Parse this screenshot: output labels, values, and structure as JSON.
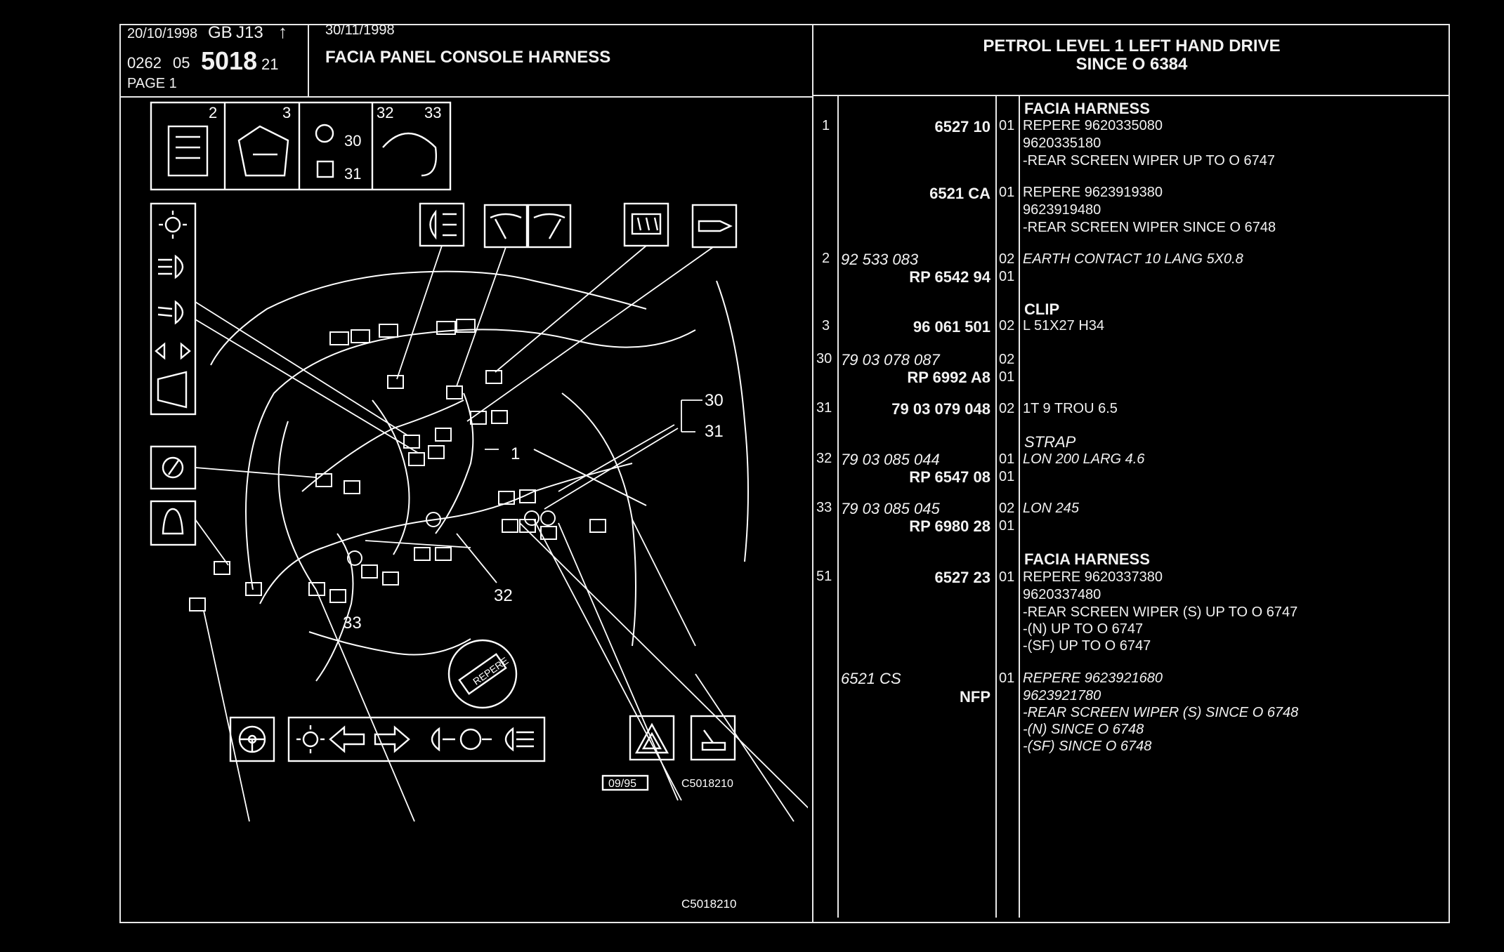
{
  "header": {
    "date1": "20/10/1998",
    "country": "GB",
    "ref_code": "J13",
    "arrow": "↑",
    "date2": "30/11/1998",
    "doc_prefix": "0262",
    "doc_sub": "05",
    "doc_number": "5018",
    "doc_suffix": "21",
    "page_label": "PAGE  1",
    "title": "FACIA PANEL CONSOLE HARNESS",
    "variant_line1": "PETROL LEVEL 1 LEFT HAND DRIVE",
    "variant_line2": "SINCE  O   6384"
  },
  "diagram": {
    "box_labels": [
      "2",
      "3",
      "30",
      "31",
      "32",
      "33"
    ],
    "callouts": [
      "30",
      "31",
      "1",
      "32",
      "33"
    ],
    "repere_badge": "REPERE",
    "date_code": "09/95",
    "ref_small": "C5018210",
    "ref_bottom": "C5018210",
    "icons": [
      "light-icon",
      "main-beam-icon",
      "dipped-beam-icon",
      "indicator-icon",
      "horn-icon",
      "rear-fog-icon",
      "wiper-icon",
      "rear-wiper-icon",
      "heated-rear-screen-icon",
      "screwdriver-icon",
      "ashtray-icon",
      "warning-bell-icon",
      "steering-wheel-icon",
      "hazard-icon",
      "lighter-icon"
    ]
  },
  "parts": {
    "rows": [
      {
        "ref": "1",
        "part": "",
        "part2": "6527 10",
        "qty": "01",
        "heading": "FACIA HARNESS",
        "desc": [
          "REPERE  9620335080",
          "             9620335180",
          "-REAR SCREEN WIPER UP  TO  O  6747"
        ]
      },
      {
        "ref": "",
        "part": "",
        "part2": "6521 CA",
        "qty": "01",
        "heading": "",
        "desc": [
          "REPERE  9623919380",
          "             9623919480",
          "-REAR SCREEN WIPER SINCE  O  6748"
        ]
      },
      {
        "ref": "2",
        "part": "92 533 083",
        "part2": "RP  6542 94",
        "qty": "02",
        "qty2": "01",
        "heading": "",
        "desc": [
          "EARTH CONTACT 10 LANG 5X0.8"
        ]
      },
      {
        "ref": "3",
        "part": "",
        "part2": "96 061 501",
        "qty": "02",
        "heading": "CLIP",
        "desc": [
          "L  51X27  H34"
        ]
      },
      {
        "ref": "30",
        "part": "79 03 078 087",
        "part2": "RP  6992 A8",
        "qty": "02",
        "qty2": "01",
        "heading": "",
        "desc": []
      },
      {
        "ref": "31",
        "part": "",
        "part2": "79 03 079 048",
        "qty": "02",
        "heading": "",
        "desc": [
          "1T  9  TROU 6.5"
        ]
      },
      {
        "ref": "32",
        "part": "79 03 085 044",
        "part2": "RP  6547 08",
        "qty": "01",
        "qty2": "01",
        "heading": "STRAP",
        "desc": [
          "LON 200 LARG 4.6"
        ]
      },
      {
        "ref": "33",
        "part": "79 03 085 045",
        "part2": "RP  6980 28",
        "qty": "02",
        "qty2": "01",
        "heading": "",
        "desc": [
          "LON 245"
        ]
      },
      {
        "ref": "51",
        "part": "",
        "part2": "6527 23",
        "qty": "01",
        "heading": "FACIA HARNESS",
        "desc": [
          "REPERE  9620337380",
          "             9620337480",
          "-REAR SCREEN WIPER (S)  UP  TO  O  6747",
          "-(N)  UP  TO  O  6747",
          "-(SF)  UP  TO  O  6747"
        ]
      },
      {
        "ref": "",
        "part": "6521 CS",
        "part2": "NFP",
        "qty": "01",
        "heading": "",
        "desc": [
          "REPERE  9623921680",
          "             9623921780",
          "-REAR SCREEN WIPER (S) SINCE  O  6748",
          "-(N) SINCE  O  6748",
          "-(SF) SINCE  O  6748"
        ]
      }
    ]
  }
}
